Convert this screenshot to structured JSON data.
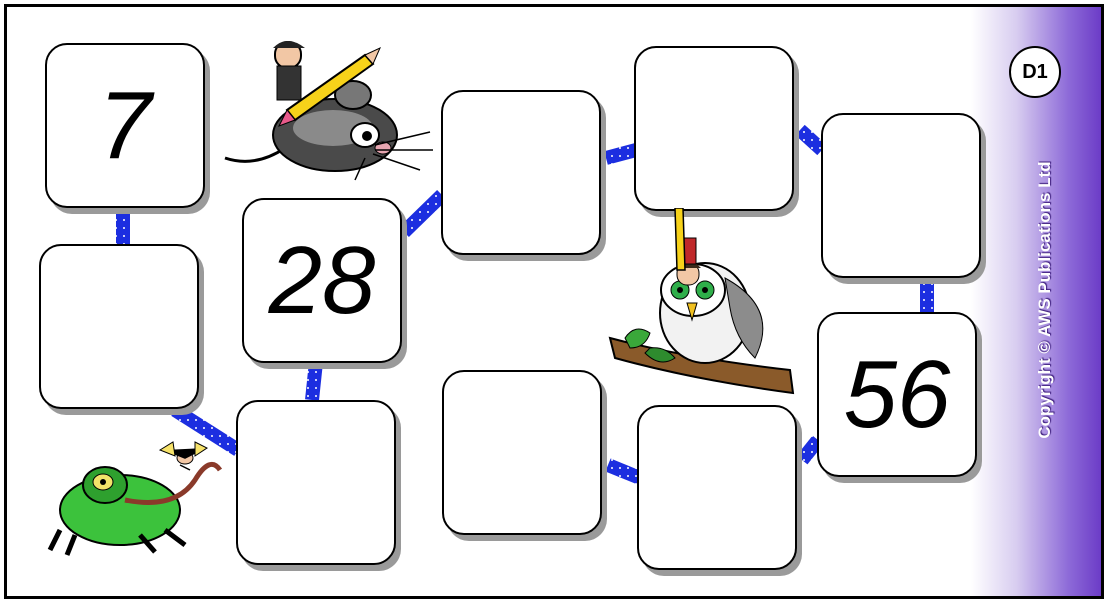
{
  "badge": "D1",
  "copyright": "Copyright © AWS Publications Ltd",
  "colors": {
    "connector": "#1c2ee0",
    "sidebar": "#6c3cc7"
  },
  "boxes": [
    {
      "id": "b1",
      "value": "7"
    },
    {
      "id": "b2",
      "value": ""
    },
    {
      "id": "b3",
      "value": "28"
    },
    {
      "id": "b4",
      "value": ""
    },
    {
      "id": "b5",
      "value": ""
    },
    {
      "id": "b6",
      "value": ""
    },
    {
      "id": "b7",
      "value": ""
    },
    {
      "id": "b8",
      "value": "56"
    },
    {
      "id": "b9",
      "value": ""
    },
    {
      "id": "b10",
      "value": ""
    }
  ],
  "clipart": [
    "mouse-with-pencil",
    "owl-on-branch",
    "frog-with-fly"
  ]
}
